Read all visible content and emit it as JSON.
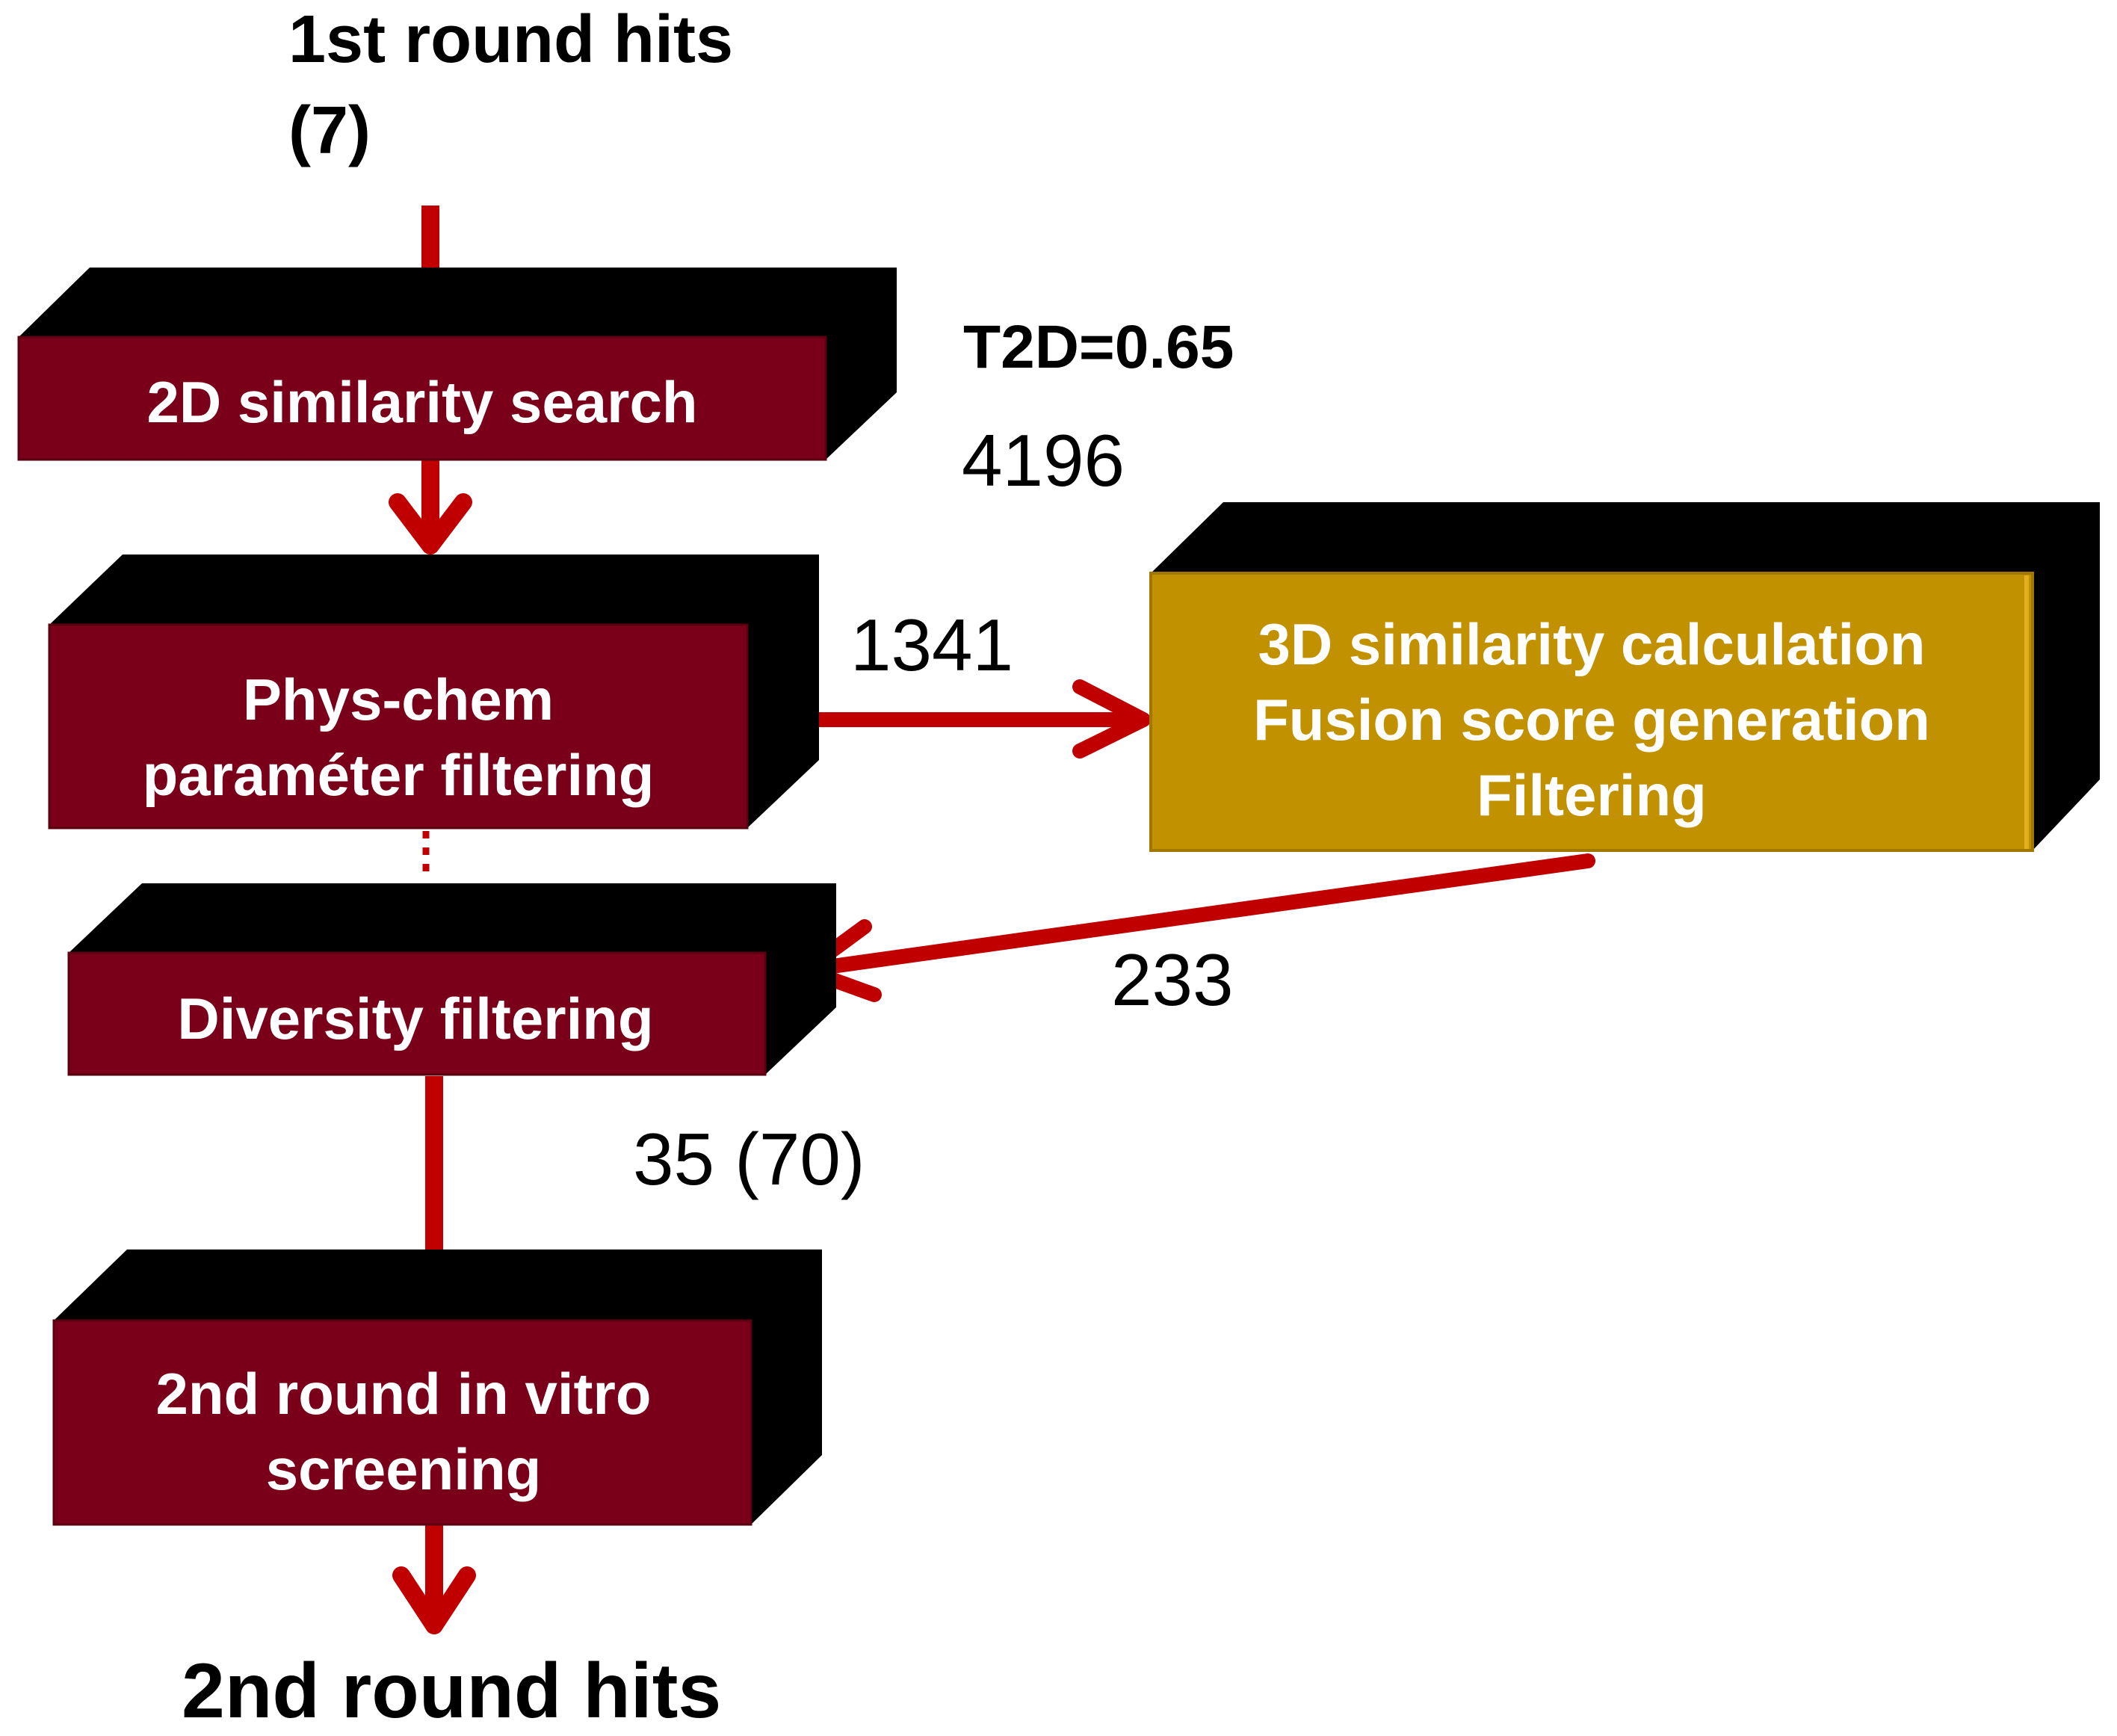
{
  "input": {
    "line1": "1st round hits",
    "line2": "(7)"
  },
  "steps": {
    "sim2d": {
      "label": "2D similarity search"
    },
    "physchem": {
      "line1": "Phys-chem",
      "line2": "paraméter filtering"
    },
    "diversity": {
      "label": "Diversity filtering"
    },
    "vitro": {
      "line1": "2nd round in vitro",
      "line2": "screening"
    },
    "sim3d": {
      "line1": "3D similarity calculation",
      "line2": "Fusion score generation",
      "line3": "Filtering"
    }
  },
  "annotations": {
    "threshold": "T2D=0.65",
    "after_2d": "4196",
    "after_physchem": "1341",
    "after_3d": "233",
    "after_diversity": "35 (70)"
  },
  "output": {
    "label": "2nd round hits"
  },
  "colors": {
    "maroon_box": "#7a0019",
    "gold_box": "#c29100",
    "arrow_red": "#c00000",
    "extrusion": "#000000"
  }
}
